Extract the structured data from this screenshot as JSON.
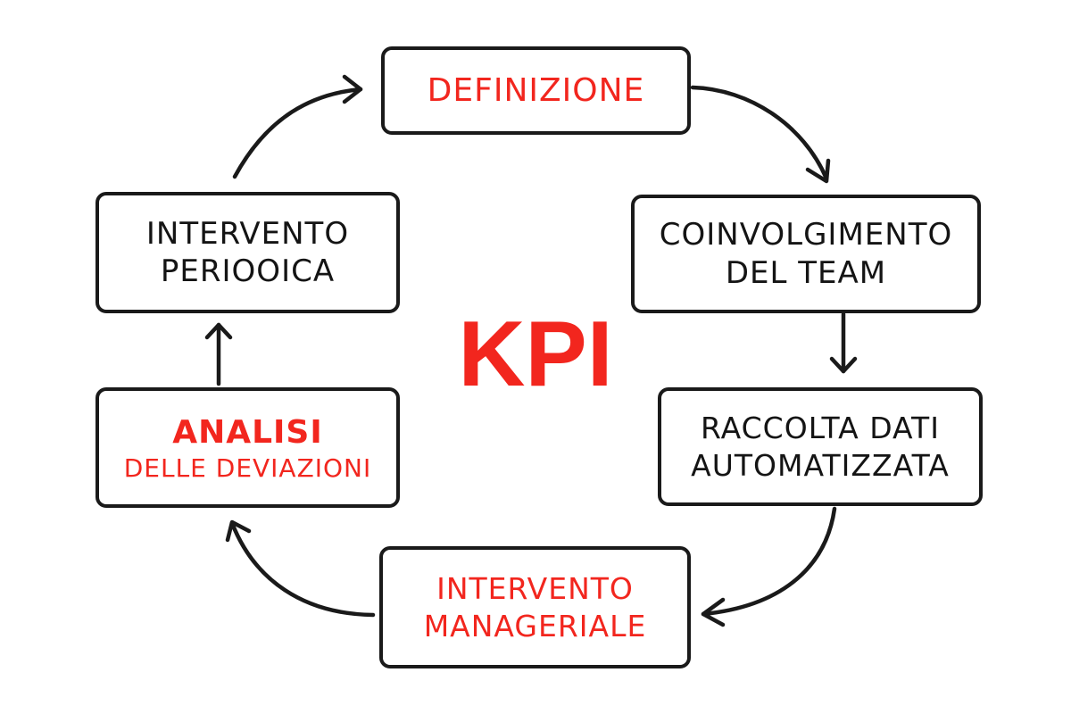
{
  "diagram": {
    "center_label": "KPI",
    "colors": {
      "accent": "#f2261e",
      "stroke": "#1a1a1a",
      "text": "#141414",
      "background": "#ffffff"
    },
    "nodes": [
      {
        "id": "definizione",
        "lines": [
          "DEFINIZIONE"
        ],
        "color": "red"
      },
      {
        "id": "coinvolgimento",
        "lines": [
          "COINVOLGIMENTO",
          "DEL TEAM"
        ],
        "color": "black"
      },
      {
        "id": "raccolta",
        "lines": [
          "RACCOLTA DATI",
          "AUTOMATIZZATA"
        ],
        "color": "black"
      },
      {
        "id": "manageriale",
        "lines": [
          "INTERVENTO",
          "MANAGERIALE"
        ],
        "color": "red"
      },
      {
        "id": "analisi",
        "lines": [
          "ANALISI",
          "DELLE DEVIAZIONI"
        ],
        "color": "red"
      },
      {
        "id": "periodica",
        "lines": [
          "INTERVENTO",
          "PERIOOICA"
        ],
        "color": "black"
      }
    ],
    "edges": [
      {
        "from": "definizione",
        "to": "coinvolgimento"
      },
      {
        "from": "coinvolgimento",
        "to": "raccolta"
      },
      {
        "from": "raccolta",
        "to": "manageriale"
      },
      {
        "from": "manageriale",
        "to": "analisi"
      },
      {
        "from": "analisi",
        "to": "periodica"
      },
      {
        "from": "periodica",
        "to": "definizione"
      }
    ]
  }
}
